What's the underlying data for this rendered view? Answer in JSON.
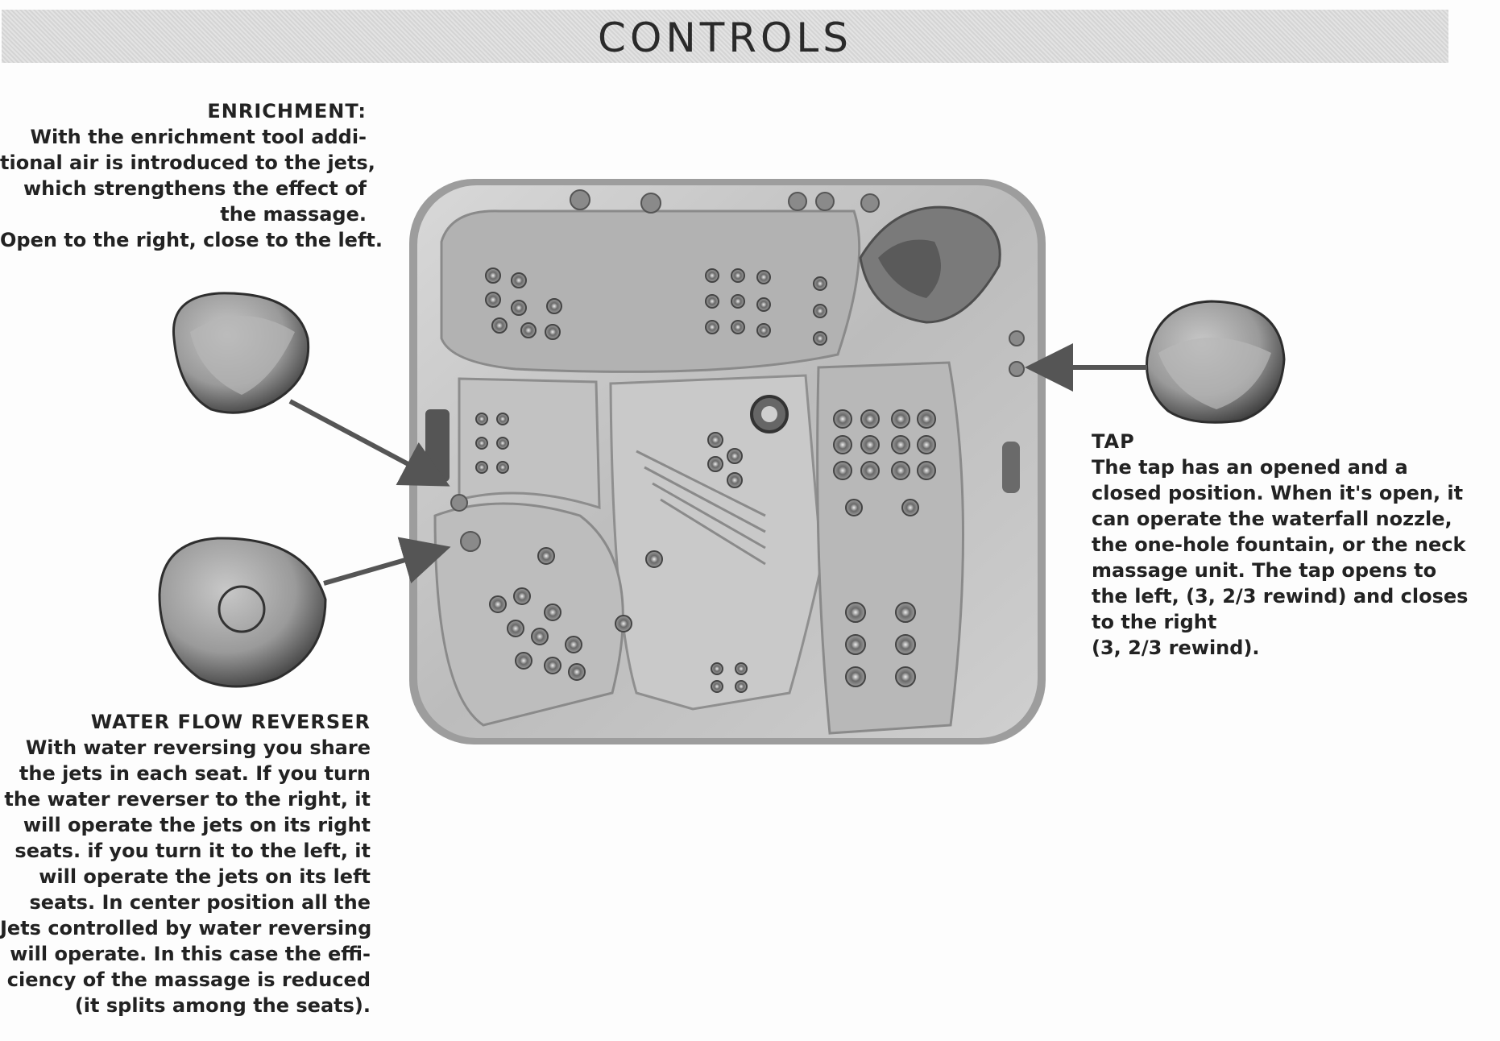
{
  "page": {
    "title": "CONTROLS"
  },
  "enrichment": {
    "heading": "ENRICHMENT:",
    "lines": [
      "With the enrichment tool addi-",
      "tional air is introduced to the jets,",
      "which strengthens the effect of",
      "the massage.",
      "Open to the right, close to the left."
    ]
  },
  "tap": {
    "heading": "TAP",
    "lines": [
      "The tap has an opened and a",
      "closed position. When it's open, it",
      "can operate the waterfall nozzle,",
      "the one-hole fountain, or the neck",
      "massage unit.  The tap opens to",
      "the left, (3, 2/3 rewind) and closes",
      "to the right",
      "(3, 2/3 rewind)."
    ]
  },
  "water_flow_reverser": {
    "heading": "WATER FLOW REVERSER",
    "lines": [
      "With water reversing you share",
      "the jets in each seat. If you turn",
      "the water reverser to the right, it",
      "will operate the jets on its right",
      "seats. if you turn it to the left, it",
      "will operate the jets on its left",
      "seats. In center position all the",
      "Jets controlled by water reversing",
      "will operate. In this case the effi-",
      "ciency of the massage is reduced",
      "(it splits among the seats)."
    ]
  },
  "illustration": {
    "icons": [
      "enrichment-knob-icon",
      "water-reverser-knob-icon",
      "tap-knob-icon",
      "spa-tub-top-view"
    ],
    "colors": {
      "arrow": "#555555",
      "tub_shell": "#c4c4c4",
      "jet": "#5a5a5a"
    }
  }
}
